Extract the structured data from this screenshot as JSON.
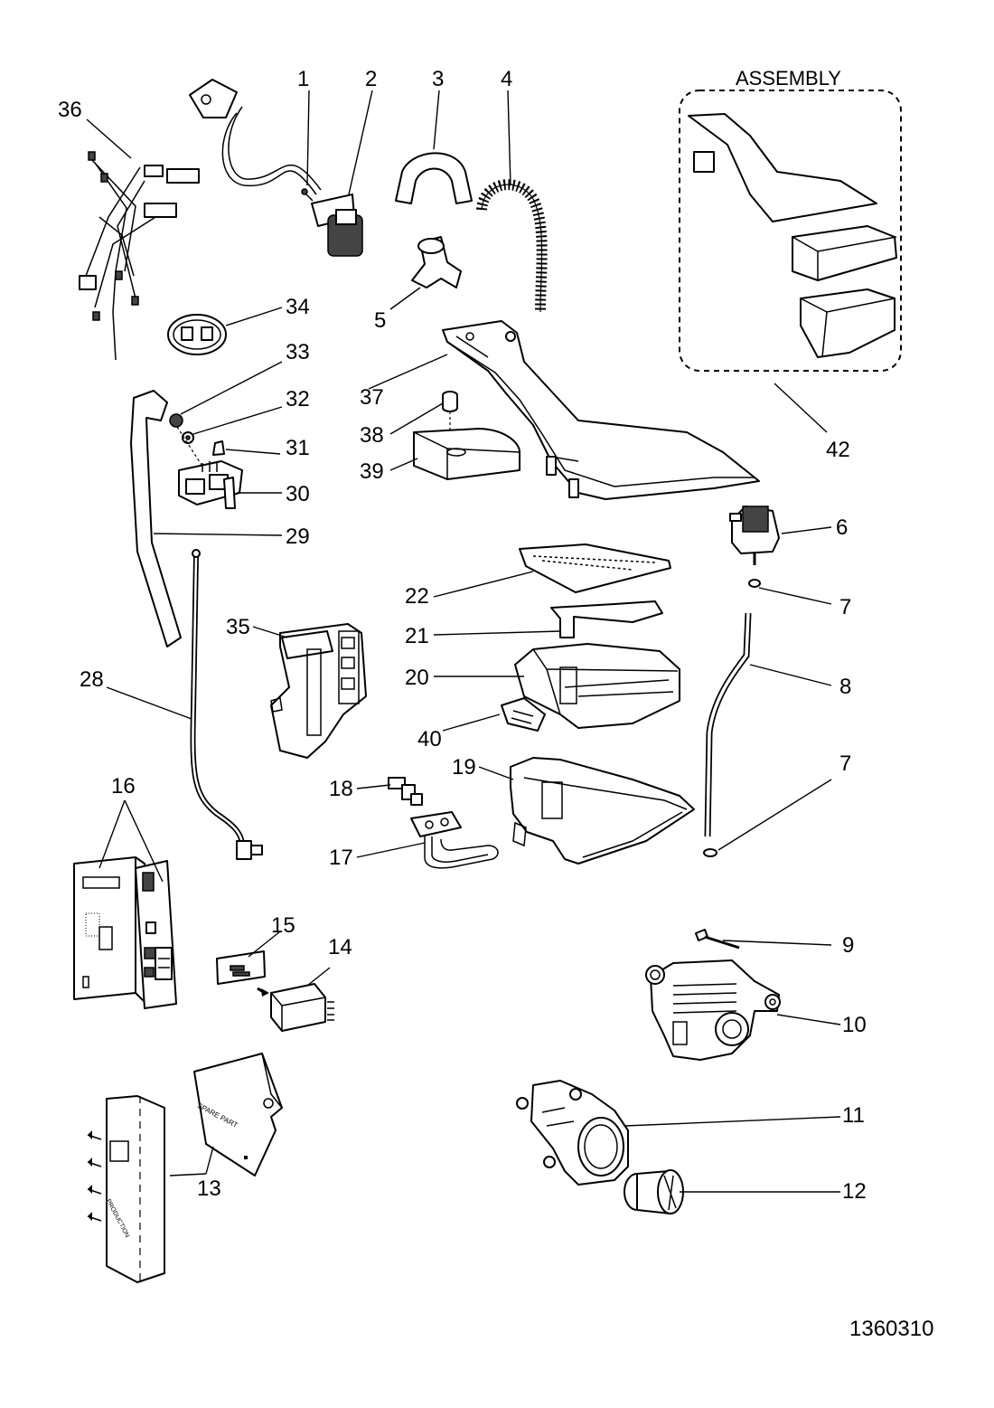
{
  "diagram": {
    "assembly_title": "ASSEMBLY",
    "document_number": "1360310",
    "callouts": [
      "1",
      "2",
      "3",
      "4",
      "36",
      "5",
      "34",
      "33",
      "32",
      "31",
      "30",
      "29",
      "28",
      "35",
      "37",
      "38",
      "39",
      "42",
      "6",
      "7",
      "22",
      "21",
      "20",
      "8",
      "40",
      "7",
      "19",
      "18",
      "17",
      "16",
      "15",
      "14",
      "9",
      "10",
      "11",
      "12",
      "13"
    ],
    "printed_text": {
      "spare_part": "SPARE PART",
      "production": "PRODUCTION"
    }
  }
}
